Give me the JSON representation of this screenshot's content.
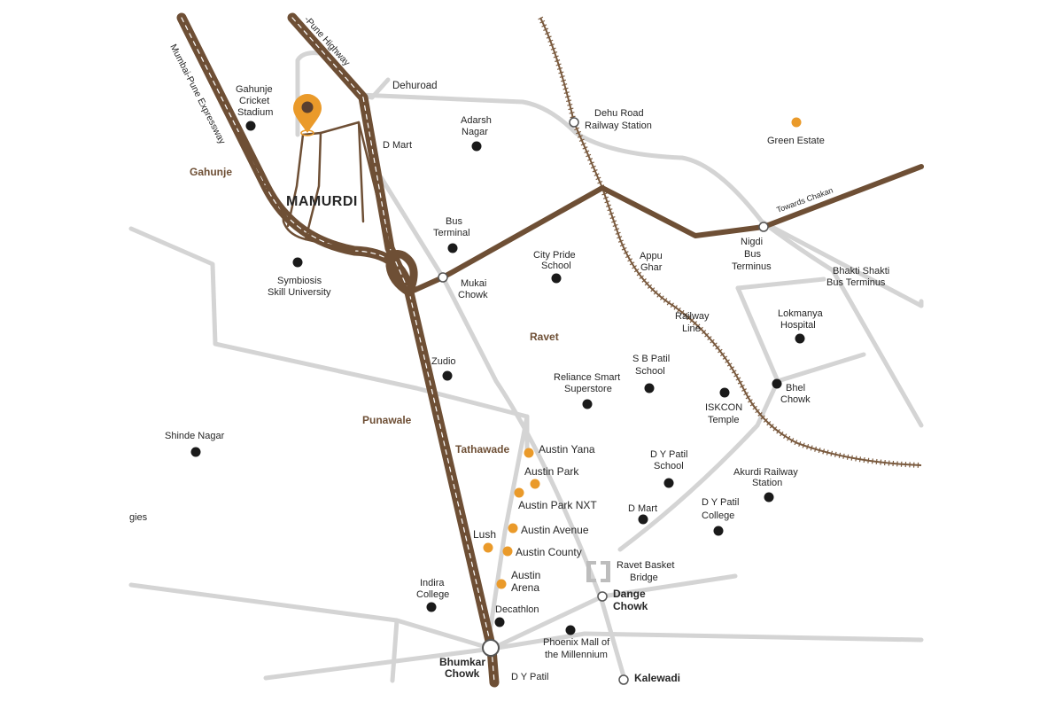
{
  "colors": {
    "background": "#ffffff",
    "minor_road": "#d4d4d4",
    "highway": "#6e4f35",
    "highway_dash": "#ffffff",
    "railway": "#7a5a3e",
    "poi_black": "#1a1a1a",
    "poi_orange": "#ea9a2a",
    "area_label": "#6e4f35",
    "text": "#262626",
    "pin": "#ea9a2a",
    "pin_hole": "#5a4030"
  },
  "roads": {
    "expressway_label": "Mumbai-Pune Expressway",
    "highway_label": "-Pune Highway",
    "dehuroad_label": "Dehuroad",
    "towards_chakan_label": "Towards Chakan",
    "railway_label": [
      "Railway",
      "Line"
    ]
  },
  "areas": {
    "mamurdi": "MAMURDI",
    "gahunje": "Gahunje",
    "punawale": "Punawale",
    "ravet": "Ravet",
    "tathawade": "Tathawade"
  },
  "stations": {
    "dehu_road": [
      "Dehu Road",
      "Railway Station"
    ],
    "nigdi": [
      "Nigdi",
      "Bus",
      "Terminus"
    ],
    "mukai": [
      "Mukai",
      "Chowk"
    ],
    "dange": [
      "Dange",
      "Chowk"
    ],
    "bhumkar": [
      "Bhumkar",
      "Chowk"
    ],
    "kalewadi": "Kalewadi"
  },
  "landmarks": {
    "gahunje_stadium": [
      "Gahunje",
      "Cricket",
      "Stadium"
    ],
    "adarsh_nagar": [
      "Adarsh",
      "Nagar"
    ],
    "dmart_top": "D Mart",
    "green_estate": "Green Estate",
    "bus_terminal": [
      "Bus",
      "Terminal"
    ],
    "symbiosis": [
      "Symbiosis",
      "Skill University"
    ],
    "city_pride": [
      "City Pride",
      "School"
    ],
    "appu_ghar": [
      "Appu",
      "Ghar"
    ],
    "bhakti_shakti": [
      "Bhakti Shakti",
      "Bus Terminus"
    ],
    "lokmanya": [
      "Lokmanya",
      "Hospital"
    ],
    "zudio": "Zudio",
    "reliance": [
      "Reliance Smart",
      "Superstore"
    ],
    "sb_patil": [
      "S B Patil",
      "School"
    ],
    "iskcon": [
      "ISKCON",
      "Temple"
    ],
    "bhel": [
      "Bhel",
      "Chowk"
    ],
    "shinde_nagar": "Shinde Nagar",
    "dy_patil_school": [
      "D Y Patil",
      "School"
    ],
    "akurdi": [
      "Akurdi Railway",
      "Station"
    ],
    "dmart_bottom": "D Mart",
    "dy_patil_college": [
      "D Y Patil",
      "College"
    ],
    "ravet_bridge": [
      "Ravet Basket",
      "Bridge"
    ],
    "indira": [
      "Indira",
      "College"
    ],
    "decathlon": "Decathlon",
    "phoenix": [
      "Phoenix Mall of",
      "the Millennium"
    ],
    "dy_patil_bottom": "D Y Patil",
    "edge_partial": "gies"
  },
  "projects": {
    "austin_yana": "Austin Yana",
    "austin_park": "Austin Park",
    "austin_park_nxt": "Austin Park NXT",
    "austin_avenue": "Austin Avenue",
    "lush": "Lush",
    "austin_county": "Austin County",
    "austin_arena": [
      "Austin",
      "Arena"
    ]
  }
}
